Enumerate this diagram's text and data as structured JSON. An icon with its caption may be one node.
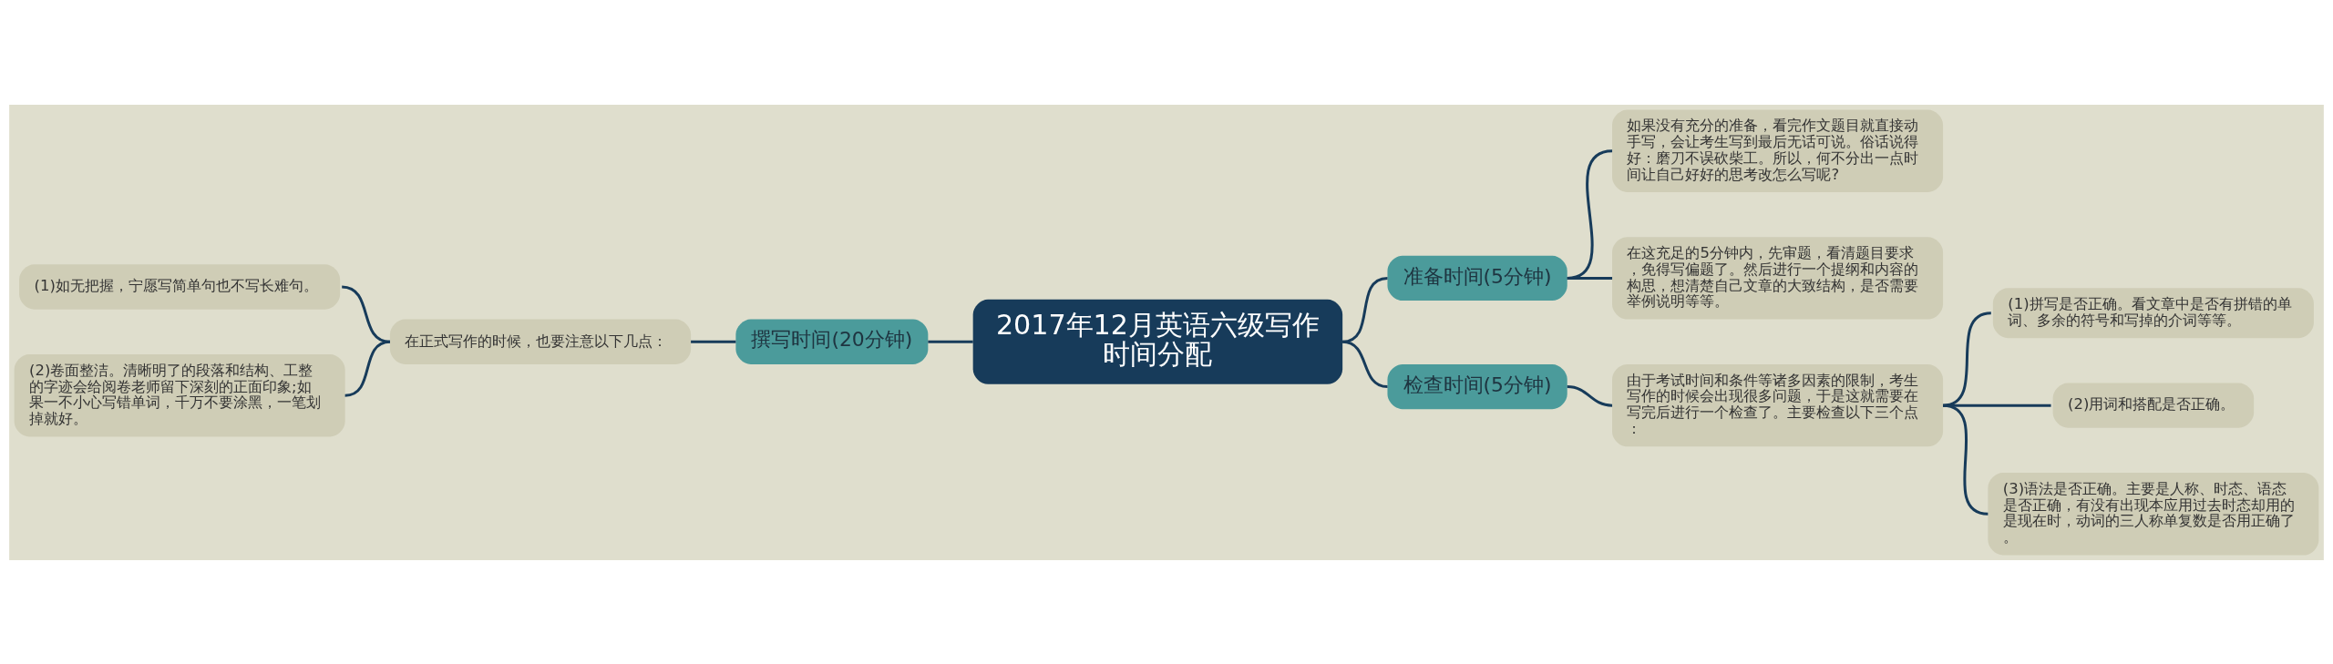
{
  "diagram": {
    "nodes": [
      {
        "text": [
          "2017年12月英语六级写作时间分配"
        ]
      },
      {
        "text": [
          "撰写时间(20分钟)"
        ]
      },
      {
        "text": [
          "在正式写作的时候，也要注意以下几点："
        ]
      },
      {
        "text": [
          "(1)如无把握，宁愿写简单句也不写长难句。"
        ]
      },
      {
        "text": [
          "(2)卷面整洁。清晰明了的段落和结构、工整的字迹会给阅卷老师留下深刻的正面印象;如果一不小心写错单词，千万不要涂黑，一笔划掉就好。"
        ]
      },
      {
        "text": [
          "准备时间(5分钟)"
        ]
      },
      {
        "text": [
          "如果没有充分的准备，看完作文题目就直接动手写，会让考生写到最后无话可说。俗话说得好：磨刀不误砍柴工。所以，何不分出一点时间让自己好好的思考改怎么写呢?"
        ]
      },
      {
        "text": [
          "在这充足的5分钟内，先审题，看清题目要求，免得写偏题了。然后进行一个提纲和内容的构思，想清楚自己文章的大致结构，是否需要举例说明等等。"
        ]
      },
      {
        "text": [
          "检查时间(5分钟)"
        ]
      },
      {
        "text": [
          "由于考试时间和条件等诸多因素的限制，考生写作的时候会出现很多问题，于是这就需要在写完后进行一个检查了。主要检查以下三个点："
        ]
      },
      {
        "text": [
          "(1)拼写是否正确。看文章中是否有拼错的单词、多余的符号和写掉的介词等等。"
        ]
      },
      {
        "text": [
          "(2)用词和搭配是否正确。"
        ]
      },
      {
        "text": [
          "(3)语法是否正确。主要是人称、时态、语态是否正确，有没有出现本应用过去时态却用的是现在时，动词的三人称单复数是否用正确了。"
        ]
      }
    ],
    "edges": [
      {
        "from": 0,
        "to": 1,
        "arrow": "none"
      },
      {
        "from": 1,
        "to": 2,
        "arrow": "none"
      },
      {
        "from": 2,
        "to": 3,
        "arrow": "none"
      },
      {
        "from": 2,
        "to": 4,
        "arrow": "none"
      },
      {
        "from": 0,
        "to": 5,
        "arrow": "none"
      },
      {
        "from": 5,
        "to": 6,
        "arrow": "none"
      },
      {
        "from": 5,
        "to": 7,
        "arrow": "none"
      },
      {
        "from": 0,
        "to": 8,
        "arrow": "none"
      },
      {
        "from": 8,
        "to": 9,
        "arrow": "none"
      },
      {
        "from": 9,
        "to": 10,
        "arrow": "none"
      },
      {
        "from": 9,
        "to": 11,
        "arrow": "none"
      },
      {
        "from": 9,
        "to": 12,
        "arrow": "none"
      }
    ]
  }
}
